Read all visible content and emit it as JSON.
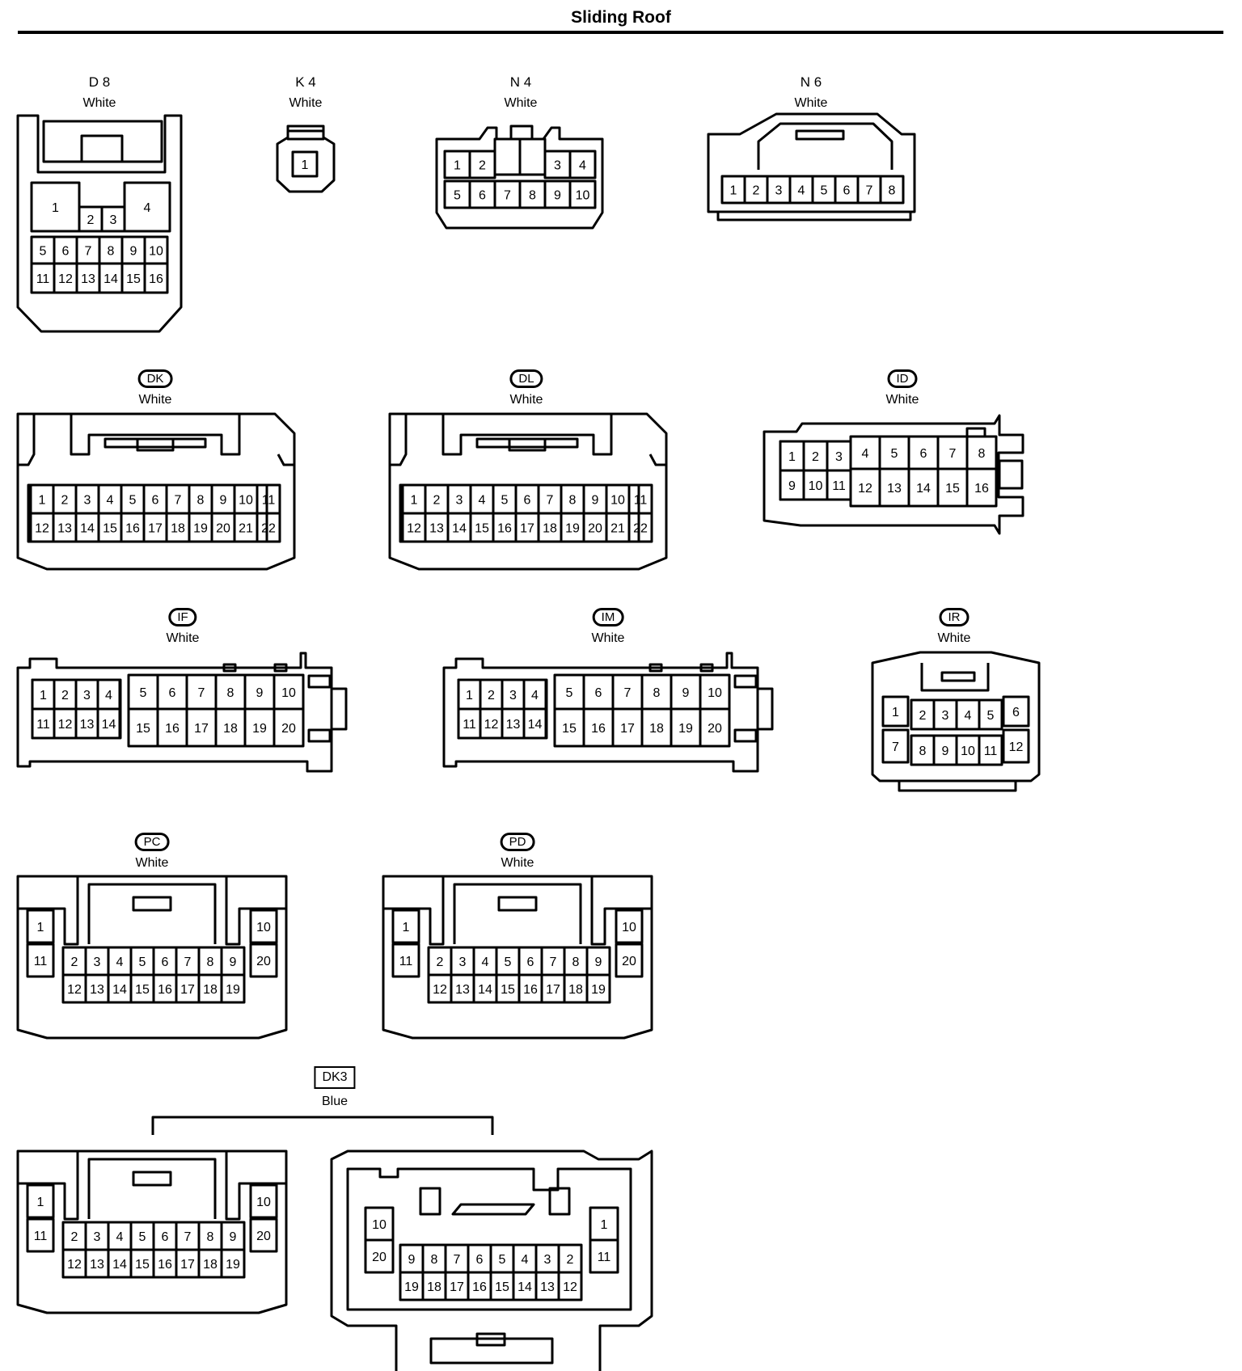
{
  "title": "Sliding Roof",
  "connectors": [
    {
      "id": "d8",
      "code": "D 8",
      "color": "White"
    },
    {
      "id": "k4",
      "code": "K 4",
      "color": "White"
    },
    {
      "id": "n4",
      "code": "N 4",
      "color": "White"
    },
    {
      "id": "n6",
      "code": "N 6",
      "color": "White"
    },
    {
      "id": "dk",
      "code": "DK",
      "color": "White"
    },
    {
      "id": "dl",
      "code": "DL",
      "color": "White"
    },
    {
      "id": "id",
      "code": "ID",
      "color": "White"
    },
    {
      "id": "if",
      "code": "IF",
      "color": "White"
    },
    {
      "id": "im",
      "code": "IM",
      "color": "White"
    },
    {
      "id": "ir",
      "code": "IR",
      "color": "White"
    },
    {
      "id": "pc",
      "code": "PC",
      "color": "White"
    },
    {
      "id": "pd",
      "code": "PD",
      "color": "White"
    },
    {
      "id": "dk3",
      "code": "DK3",
      "color": "Blue"
    }
  ]
}
